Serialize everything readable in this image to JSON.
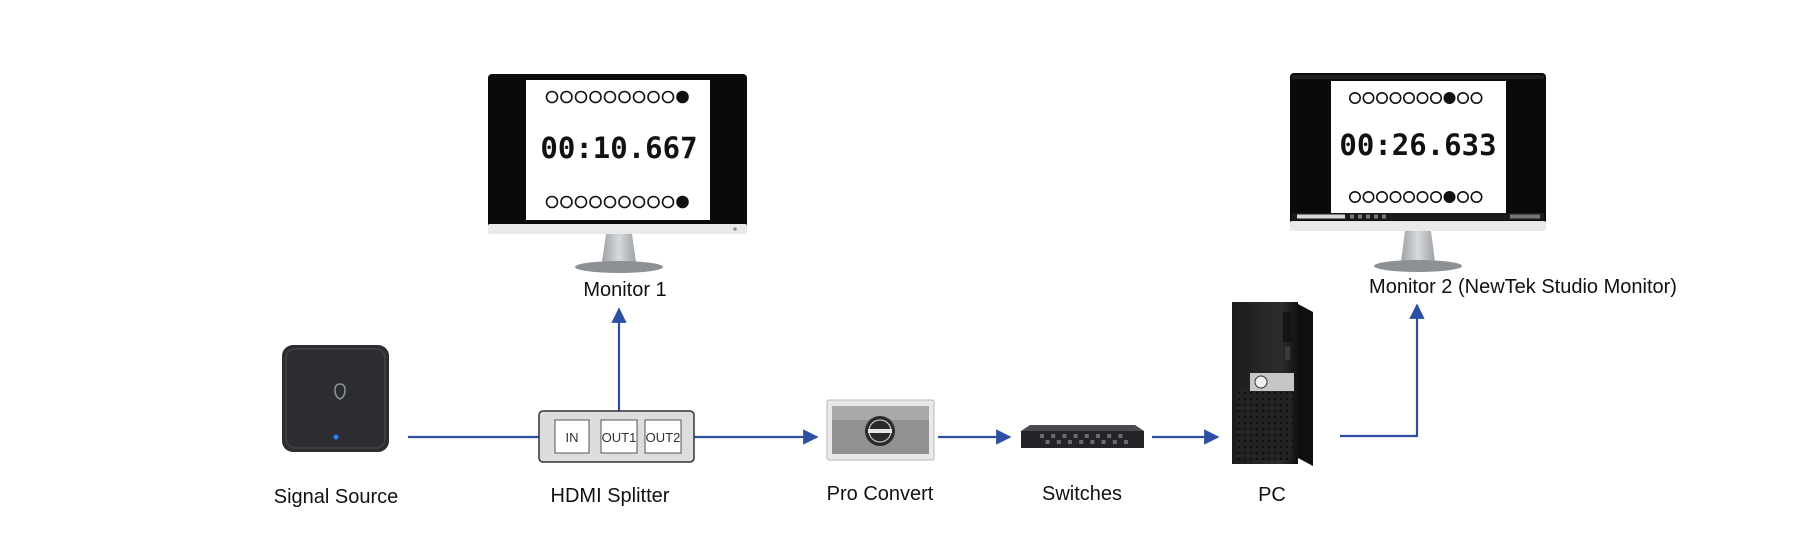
{
  "nodes": {
    "signal_source": {
      "label": "Signal Source"
    },
    "hdmi_splitter": {
      "label": "HDMI Splitter",
      "ports": [
        "IN",
        "OUT1",
        "OUT2"
      ]
    },
    "pro_convert": {
      "label": "Pro Convert"
    },
    "switches": {
      "label": "Switches"
    },
    "pc": {
      "label": "PC"
    },
    "monitor1": {
      "label": "Monitor 1",
      "timestamp": "00:10.667",
      "dots": {
        "count": 10,
        "filled_index": 9
      }
    },
    "monitor2": {
      "label": "Monitor 2 (NewTek Studio Monitor)",
      "timestamp": "00:26.633",
      "dots": {
        "count": 10,
        "filled_index": 7
      }
    }
  },
  "colors": {
    "connector": "#2d4fa3",
    "device_dark": "#2b2d31",
    "screen_bezel": "#0a0a0a",
    "monitor_stand": "#b9bcbf"
  }
}
